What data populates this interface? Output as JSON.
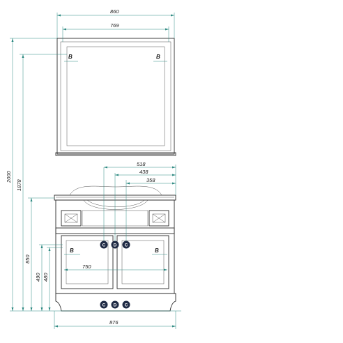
{
  "dimensions": {
    "mirror_overall_width": "860",
    "mirror_inner_width": "769",
    "total_height": "2000",
    "mirror_top_height": "1878",
    "vanity_dim_518": "518",
    "vanity_dim_438": "438",
    "vanity_dim_358": "358",
    "vanity_height_850": "850",
    "vanity_height_490": "490",
    "vanity_height_480": "480",
    "door_width_750": "750",
    "vanity_width_876": "876"
  },
  "labels": {
    "b": "B",
    "c": "C",
    "d": "D"
  }
}
